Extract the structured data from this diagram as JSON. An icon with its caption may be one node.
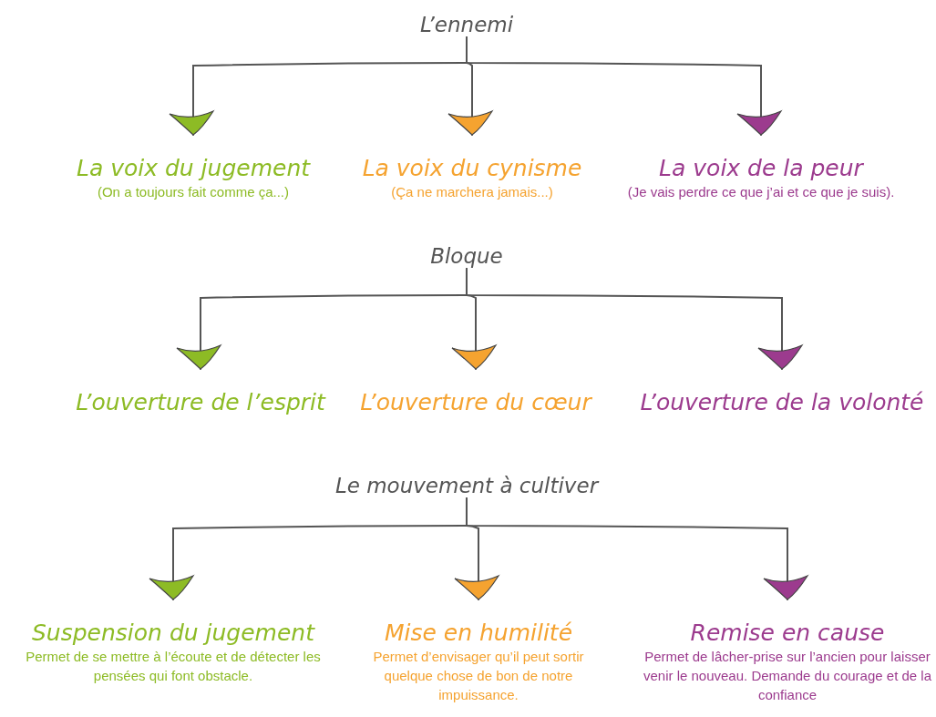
{
  "diagram": {
    "nodes": [
      {
        "text": [
          "L’ennemi"
        ]
      },
      {
        "text": [
          "La voix du jugement",
          "(On a toujours fait comme ça...)"
        ]
      },
      {
        "text": [
          "La voix du cynisme",
          "(Ça ne marchera jamais...)"
        ]
      },
      {
        "text": [
          "La voix de la peur",
          "(Je vais perdre ce que j’ai et ce que je suis)."
        ]
      },
      {
        "text": [
          "Bloque"
        ]
      },
      {
        "text": [
          "L’ouverture de l’esprit"
        ]
      },
      {
        "text": [
          "L’ouverture du cœur"
        ]
      },
      {
        "text": [
          "L’ouverture de la volonté"
        ]
      },
      {
        "text": [
          "Le mouvement à cultiver"
        ]
      },
      {
        "text": [
          "Suspension du jugement",
          "Permet de se mettre à l’écoute et de détecter les pensées qui font obstacle."
        ]
      },
      {
        "text": [
          "Mise en humilité",
          "Permet d’envisager qu’il peut sortir quelque chose de bon de notre impuissance."
        ]
      },
      {
        "text": [
          "Remise en cause",
          "Permet de lâcher-prise sur l’ancien pour laisser venir le nouveau. Demande du courage et de la confiance"
        ]
      }
    ],
    "edges": [
      {
        "from": 0,
        "to": 1,
        "arrow": "to"
      },
      {
        "from": 0,
        "to": 2,
        "arrow": "to"
      },
      {
        "from": 0,
        "to": 3,
        "arrow": "to"
      },
      {
        "from": 4,
        "to": 5,
        "arrow": "to"
      },
      {
        "from": 4,
        "to": 6,
        "arrow": "to"
      },
      {
        "from": 4,
        "to": 7,
        "arrow": "to"
      },
      {
        "from": 8,
        "to": 9,
        "arrow": "to"
      },
      {
        "from": 8,
        "to": 10,
        "arrow": "to"
      },
      {
        "from": 8,
        "to": 11,
        "arrow": "to"
      }
    ]
  }
}
